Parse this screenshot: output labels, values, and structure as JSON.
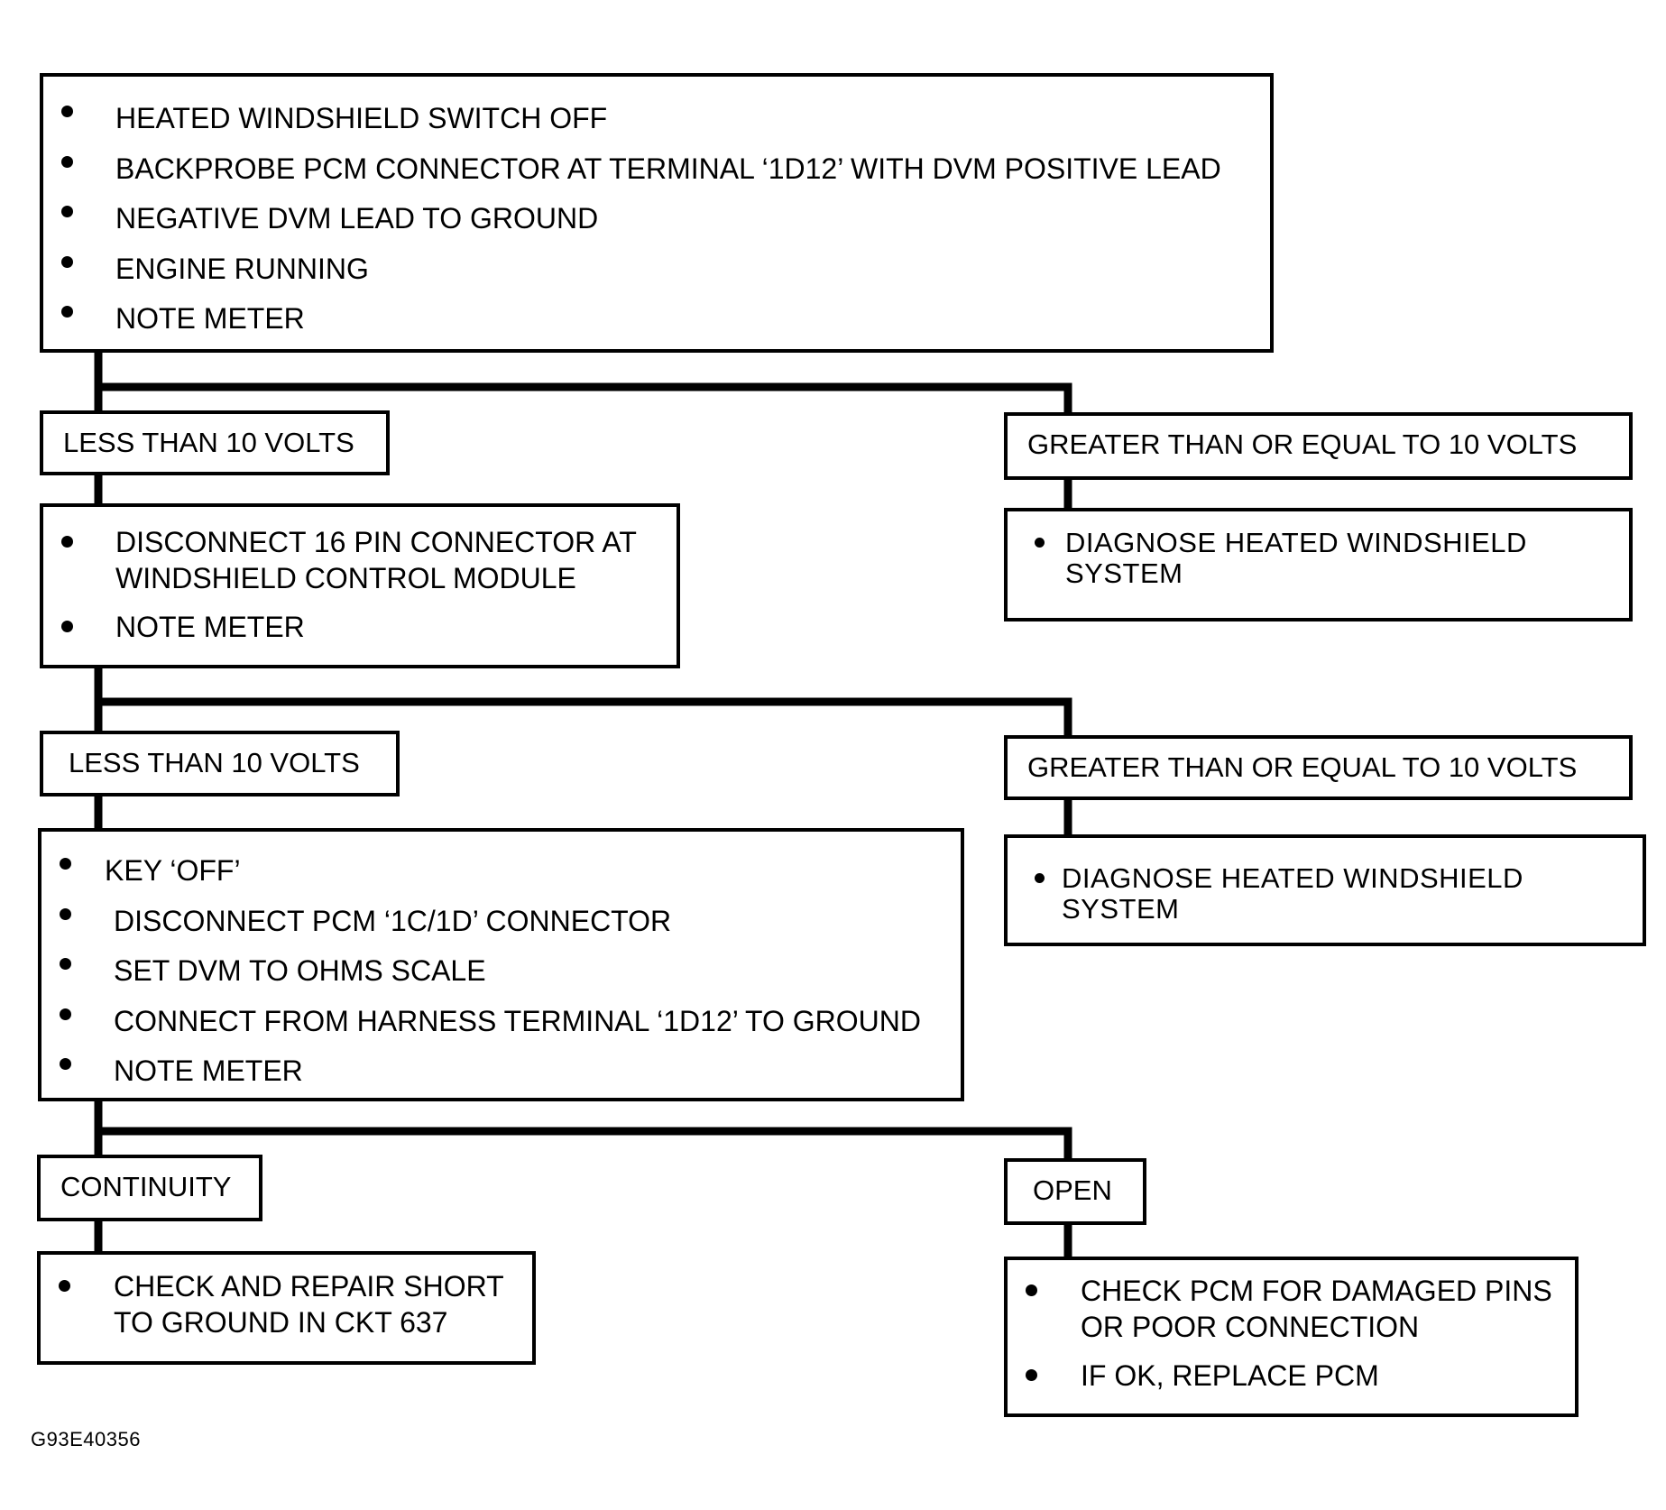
{
  "step1": {
    "bullets": [
      "HEATED WINDSHIELD SWITCH OFF",
      "BACKPROBE PCM CONNECTOR AT TERMINAL ‘1D12’ WITH DVM POSITIVE LEAD",
      "NEGATIVE DVM LEAD TO  GROUND",
      "ENGINE RUNNING",
      "NOTE  METER"
    ]
  },
  "branch1": {
    "left_label": "LESS THAN 10 VOLTS",
    "right_label": "GREATER THAN OR EQUAL TO 10 VOLTS",
    "right_action": [
      "DIAGNOSE HEATED WINDSHIELD",
      "SYSTEM"
    ]
  },
  "step2": {
    "bullet1": [
      "DISCONNECT 16 PIN CONNECTOR AT",
      "WINDSHIELD CONTROL MODULE"
    ],
    "bullet2": "NOTE  METER"
  },
  "branch2": {
    "left_label": "LESS THAN 10 VOLTS",
    "right_label": "GREATER THAN OR EQUAL TO 10 VOLTS",
    "right_action": [
      "DIAGNOSE HEATED WINDSHIELD",
      "SYSTEM"
    ]
  },
  "step3": {
    "bullets": [
      "KEY ‘OFF’",
      "DISCONNECT PCM ‘1C/1D’ CONNECTOR",
      "SET DVM TO OHMS SCALE",
      "CONNECT FROM HARNESS TERMINAL ‘1D12’ TO GROUND",
      "NOTE  METER"
    ]
  },
  "branch3": {
    "left_label": "CONTINUITY",
    "left_action": [
      "CHECK AND REPAIR SHORT",
      "TO GROUND IN CKT 637"
    ],
    "right_label": "OPEN",
    "right_action_bullet1": [
      "CHECK PCM FOR DAMAGED PINS",
      "OR POOR CONNECTION"
    ],
    "right_action_bullet2": "IF OK, REPLACE PCM"
  },
  "figure_id": "G93E40356"
}
